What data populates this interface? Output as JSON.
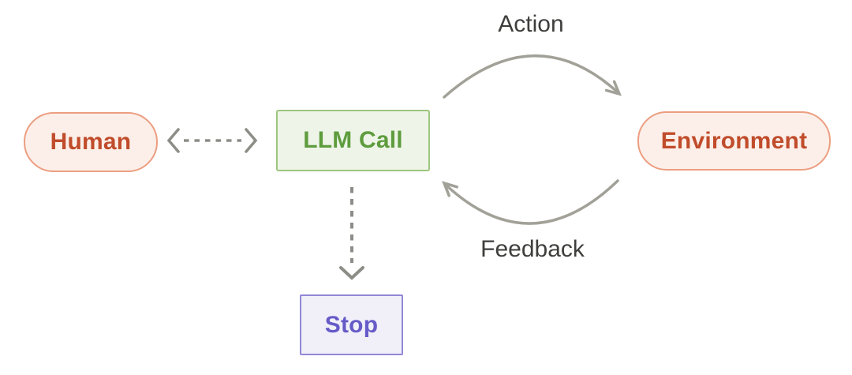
{
  "diagram": {
    "background_color": "#FFFFFF",
    "nodes": {
      "human": {
        "label": "Human",
        "shape": "pill",
        "text_color": "#C04C2B",
        "bg_color": "#FCEFE9",
        "border_color": "#EC9E81"
      },
      "llm_call": {
        "label": "LLM Call",
        "shape": "rect",
        "text_color": "#5E9C3E",
        "bg_color": "#EEF5E8",
        "border_color": "#9CC67E"
      },
      "environment": {
        "label": "Environment",
        "shape": "pill",
        "text_color": "#C04C2B",
        "bg_color": "#FCEFE9",
        "border_color": "#EC9E81"
      },
      "stop": {
        "label": "Stop",
        "shape": "rect",
        "text_color": "#665AC8",
        "bg_color": "#F1F0F9",
        "border_color": "#9087D6"
      }
    },
    "edges": {
      "human_llm": {
        "type": "dashed-double-headed-arrow",
        "from": "human",
        "to": "llm_call",
        "color": "#8D8D88"
      },
      "action": {
        "type": "curved-solid-arrow",
        "from": "llm_call",
        "to": "environment",
        "color": "#A2A198",
        "label": "Action",
        "label_color": "#3E3E3C"
      },
      "feedback": {
        "type": "curved-solid-arrow",
        "from": "environment",
        "to": "llm_call",
        "color": "#A2A198",
        "label": "Feedback",
        "label_color": "#3E3E3C"
      },
      "llm_stop": {
        "type": "dashed-arrow",
        "from": "llm_call",
        "to": "stop",
        "color": "#8D8D88"
      }
    }
  }
}
